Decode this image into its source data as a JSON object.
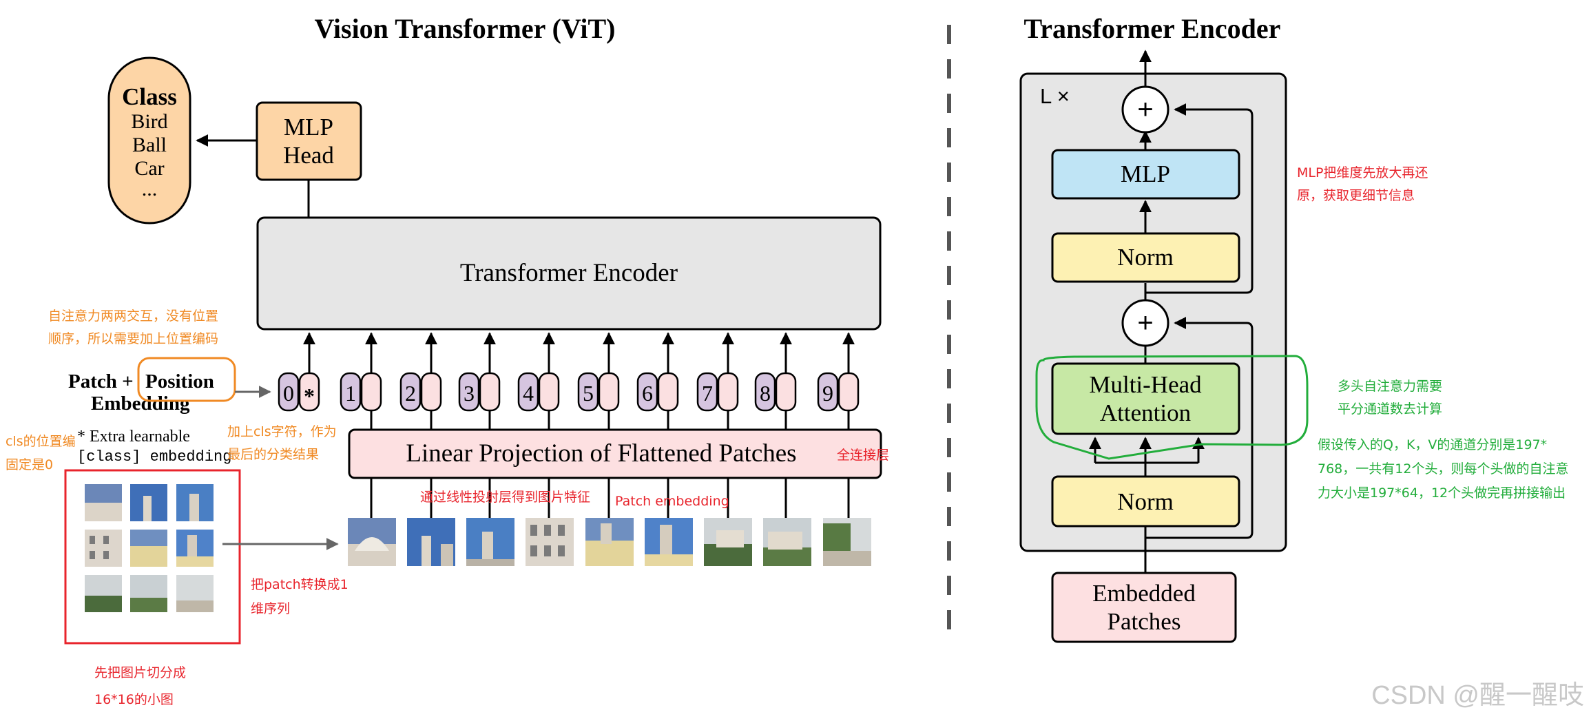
{
  "colors": {
    "mlp_head_fill": "#fdd5a6",
    "class_fill": "#fdd5a6",
    "encoder_fill": "#e6e6e6",
    "linear_fill": "#fde0e1",
    "token_purple": "#d6c5e0",
    "token_pink": "#fbe0e1",
    "mlp_fill": "#bfe4f5",
    "norm_fill": "#fdf1b3",
    "mha_fill": "#c7e8a5",
    "embedded_fill": "#fde0e1",
    "annotation_orange": "#f08a24",
    "annotation_red": "#e8242c",
    "annotation_green": "#22ad3b",
    "dashed_divider": "#555555"
  },
  "vit": {
    "title": "Vision Transformer (ViT)",
    "class_box": {
      "title": "Class",
      "items": [
        "Bird",
        "Ball",
        "Car",
        "..."
      ]
    },
    "mlp_head": {
      "line1": "MLP",
      "line2": "Head"
    },
    "transformer_encoder_label": "Transformer Encoder",
    "linear_projection_label": "Linear Projection of Flattened Patches",
    "patch_position": {
      "patch": "Patch +",
      "position": "Position",
      "embedding": "Embedding"
    },
    "extra_learnable": {
      "line1": "* Extra learnable",
      "line2": "[class] embedding"
    },
    "tokens": [
      "0",
      "1",
      "2",
      "3",
      "4",
      "5",
      "6",
      "7",
      "8",
      "9"
    ],
    "cls_star": "*"
  },
  "encoder": {
    "title": "Transformer Encoder",
    "repeat_label": "L ×",
    "plus_symbol": "+",
    "mlp_label": "MLP",
    "norm_label": "Norm",
    "mha": {
      "line1": "Multi-Head",
      "line2": "Attention"
    },
    "embedded": {
      "line1": "Embedded",
      "line2": "Patches"
    }
  },
  "annotations": {
    "self_attention_position": [
      "自注意力两两交互，没有位置",
      "顺序，所以需要加上位置编码"
    ],
    "cls_position_fixed": [
      "cls的位置编",
      "固定是0"
    ],
    "add_cls_token": [
      "加上cls字符，作为",
      "最后的分类结果"
    ],
    "fully_connected": "全连接层",
    "linear_projection_feature": "通过线性投射层得到图片特征",
    "patch_embedding": "Patch embedding",
    "patch_to_sequence": [
      "把patch转换成1",
      "维序列"
    ],
    "split_image": [
      "先把图片切分成",
      "16*16的小图"
    ],
    "mlp_expand": [
      "MLP把维度先放大再还",
      "原，获取更细节信息"
    ],
    "mha_split": [
      "多头自注意力需要",
      "平分通道数去计算"
    ],
    "qkv_detail": [
      "假设传入的Q，K，V的通道分别是197*",
      "768，一共有12个头，则每个头做的自注意",
      "力大小是197*64，12个头做完再拼接输出"
    ]
  },
  "watermark": "CSDN @醒一醒吱"
}
